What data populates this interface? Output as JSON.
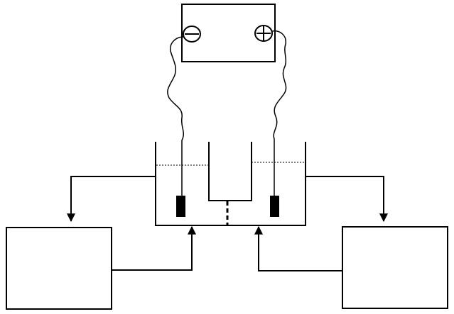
{
  "diagram": {
    "battery": {
      "negative_terminal_icon": "minus-circle",
      "positive_terminal_icon": "plus-circle"
    },
    "cell": {
      "left_electrode": "electrode",
      "right_electrode": "electrode",
      "separator": "porous-membrane"
    },
    "left_box": {
      "label": ""
    },
    "right_box": {
      "label": ""
    },
    "colors": {
      "line": "#000000",
      "background": "#ffffff"
    }
  }
}
